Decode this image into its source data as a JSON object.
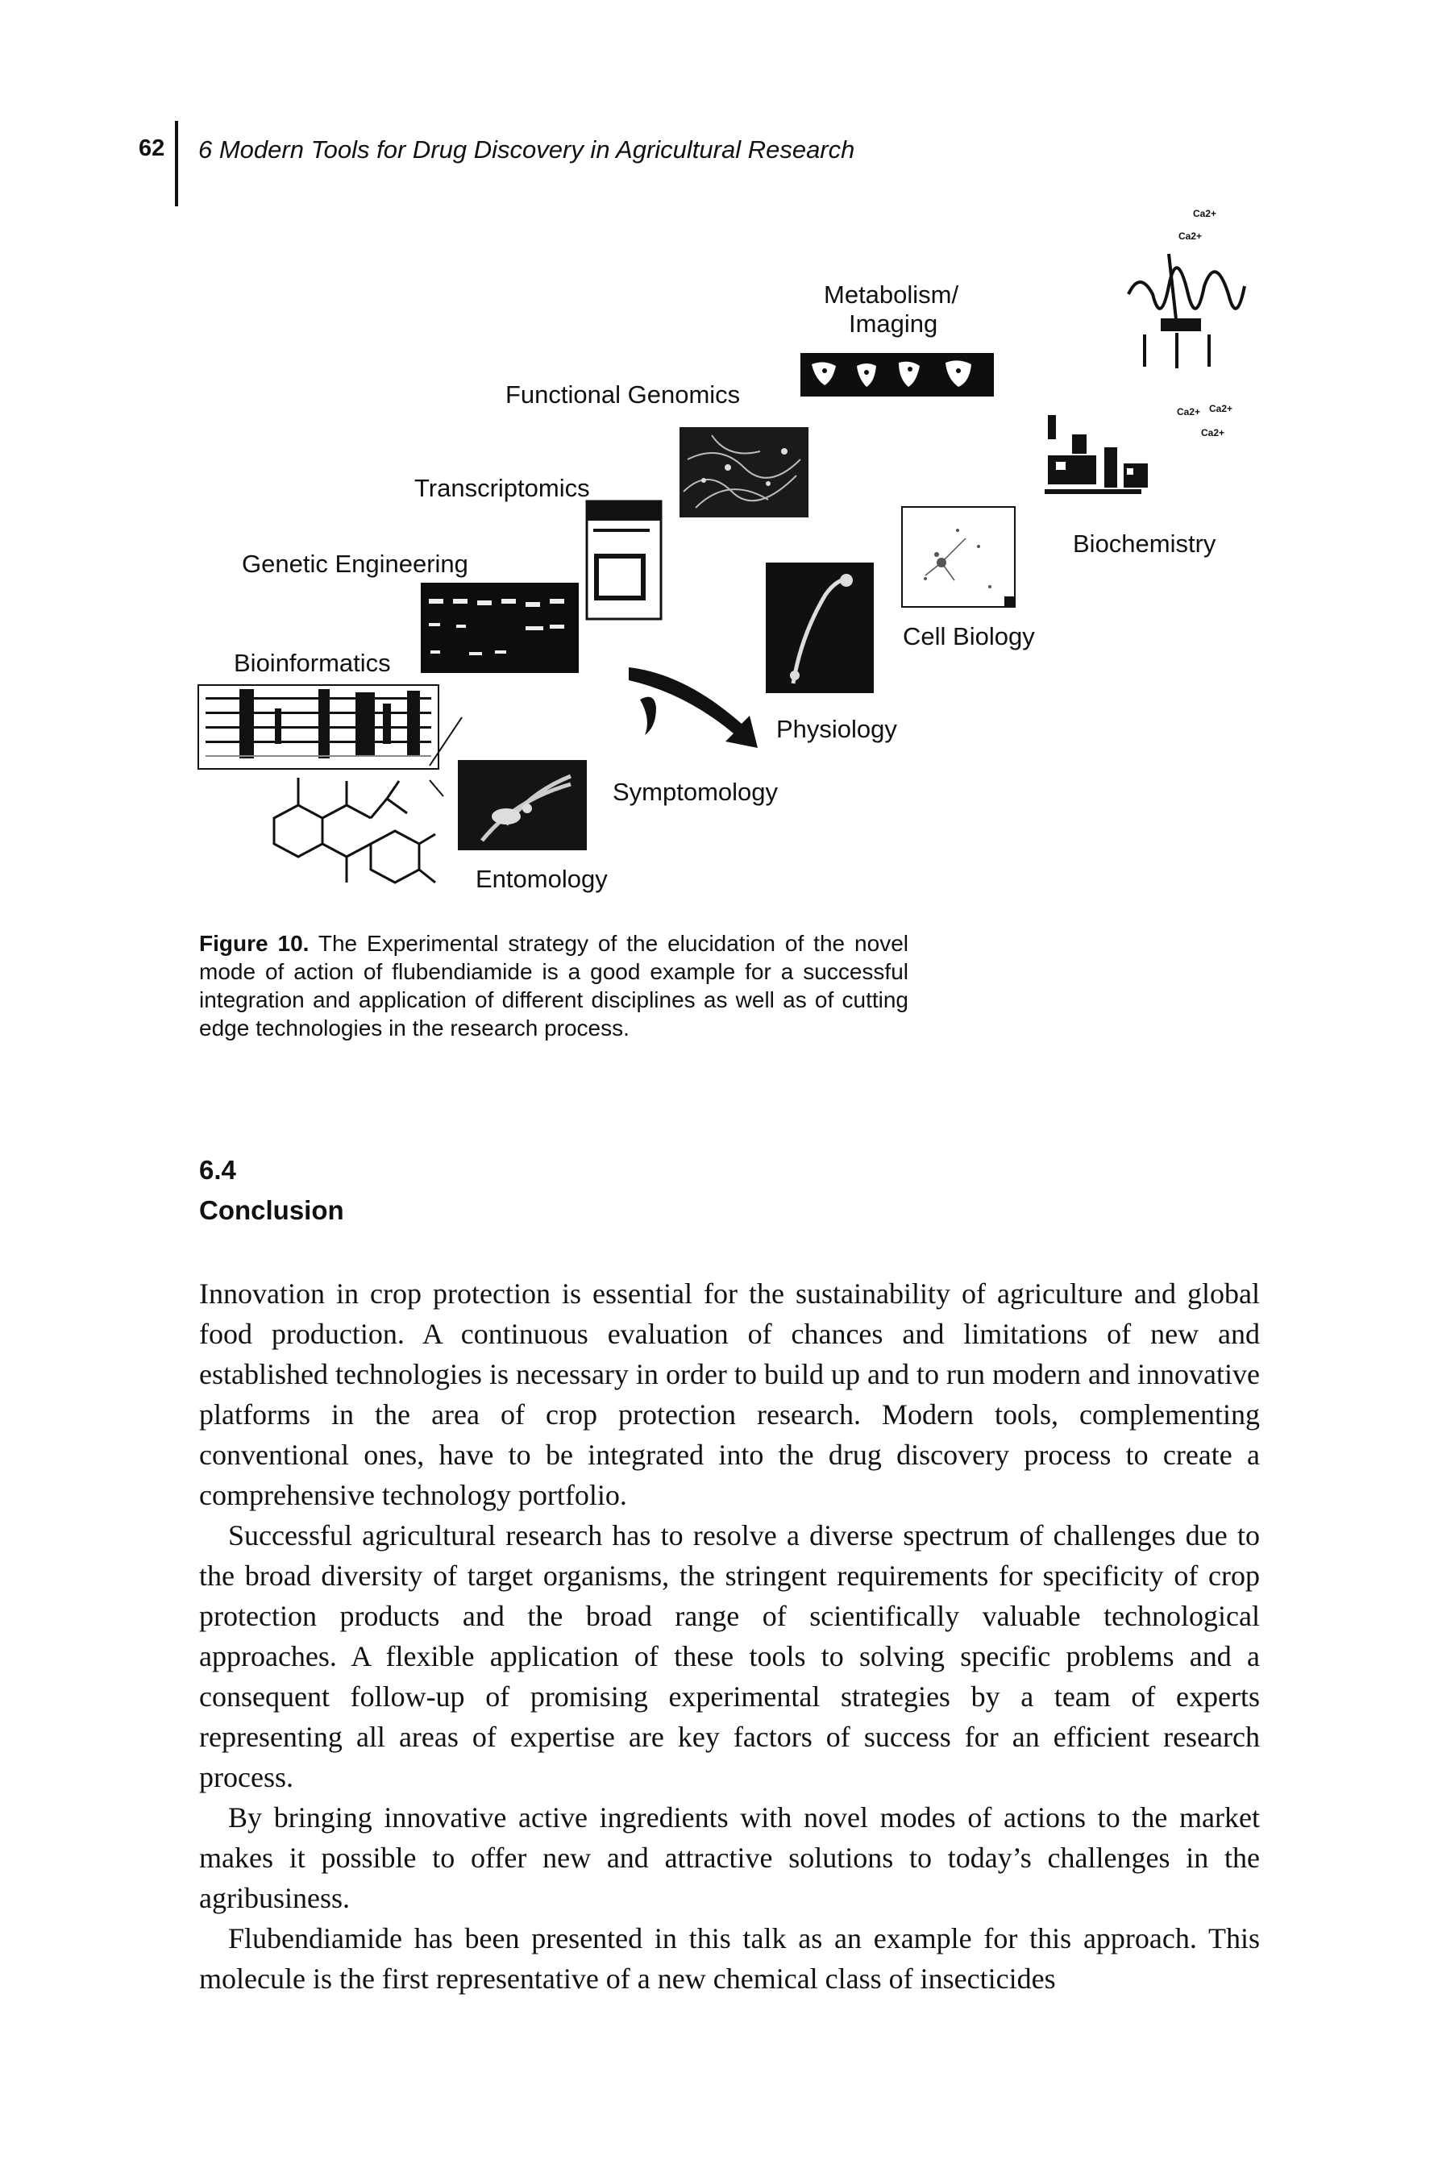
{
  "header": {
    "page_number": "62",
    "running_title": "6 Modern Tools for Drug Discovery in Agricultural Research"
  },
  "figure": {
    "labels": {
      "metabolism": "Metabolism/",
      "imaging": "Imaging",
      "functional_genomics": "Functional Genomics",
      "transcriptomics": "Transcriptomics",
      "genetic_engineering": "Genetic Engineering",
      "bioinformatics": "Bioinformatics",
      "biochemistry": "Biochemistry",
      "cell_biology": "Cell Biology",
      "physiology": "Physiology",
      "symptomology": "Symptomology",
      "entomology": "Entomology"
    },
    "calcium_ions": [
      "Ca2+",
      "Ca2+",
      "Ca2+",
      "Ca2+",
      "Ca2+"
    ]
  },
  "caption": {
    "label": "Figure 10.",
    "text": "The Experimental strategy of the elucidation of the novel mode of action of flubendiamide is a good example for a successful integration and application of different disciplines as well as of cutting edge technologies in the research process."
  },
  "section": {
    "number": "6.4",
    "title": "Conclusion"
  },
  "body": {
    "paragraphs": [
      "Innovation in crop protection is essential for the sustainability of agriculture and global food production. A continuous evaluation of chances and limitations of new and established technologies is necessary in order to build up and to run modern and innovative platforms in the area of crop protection research. Modern tools, complementing conventional ones, have to be integrated into the drug discovery process to create a comprehensive technology portfolio.",
      "Successful agricultural research has to resolve a diverse spectrum of challenges due to the broad diversity of target organisms, the stringent requirements for specificity of crop protection products and the broad range of scientifically valuable technological approaches. A flexible application of these tools to solving specific problems and a consequent follow-up of promising experimental strategies by a team of experts representing all areas of expertise are key factors of success for an efficient research process.",
      "By bringing innovative active ingredients with novel modes of actions to the market makes it possible to offer new and attractive solutions to today’s challenges in the agribusiness.",
      "Flubendiamide has been presented in this talk as an example for this approach. This molecule is the first representative of a new chemical class of insecticides"
    ]
  }
}
